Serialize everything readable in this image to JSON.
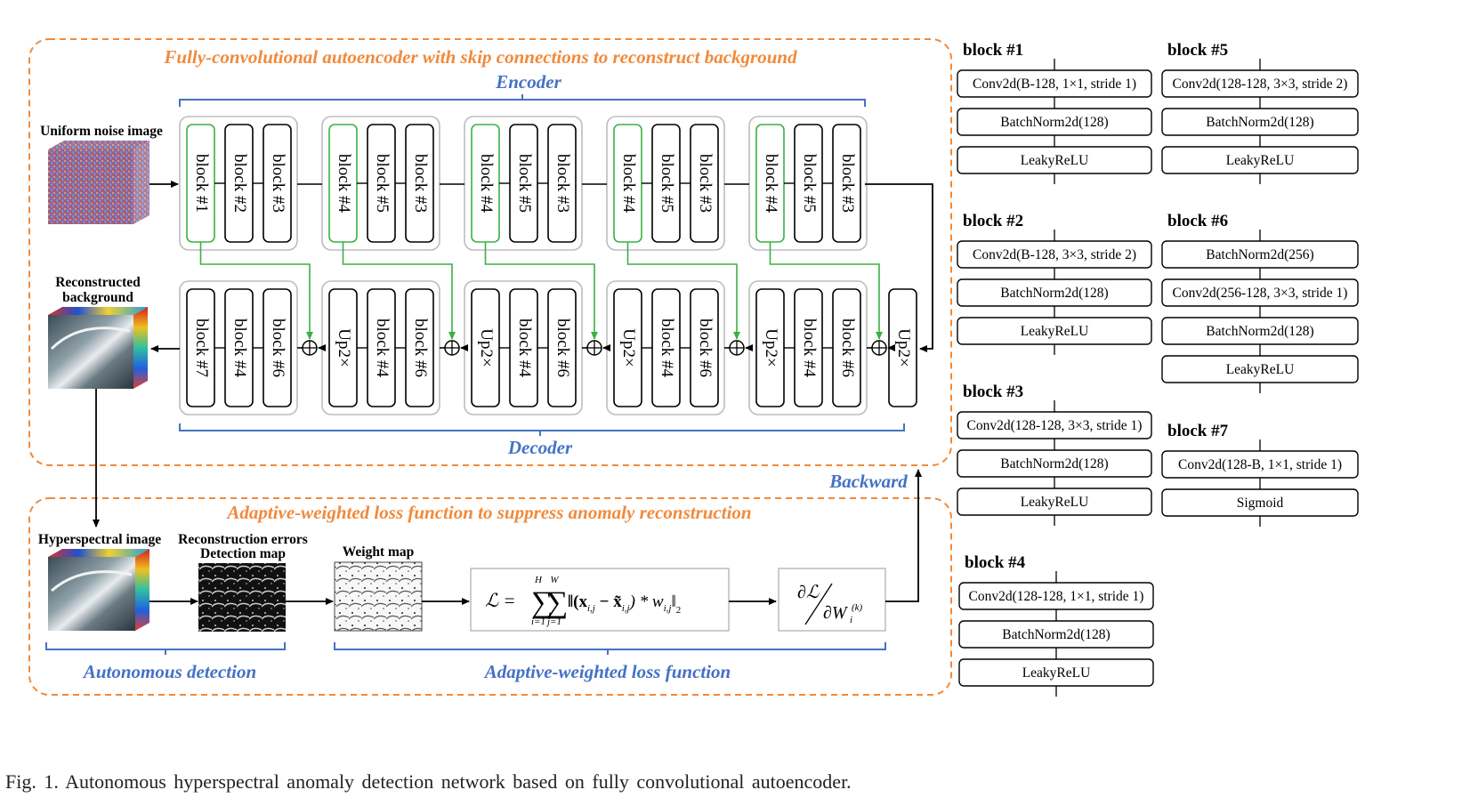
{
  "figure": {
    "caption": "Fig. 1.   Autonomous hyperspectral anomaly detection network based on fully convolutional autoencoder.",
    "colors": {
      "orange": "#f08a3c",
      "blue": "#4472c4",
      "green": "#3cb043",
      "gray_box": "#bdbdbd"
    }
  },
  "autoencoder": {
    "title": "Fully-convolutional autoencoder with skip connections to reconstruct background",
    "encoder_label": "Encoder",
    "decoder_label": "Decoder",
    "input_label": "Uniform noise image",
    "output_label_line1": "Reconstructed",
    "output_label_line2": "background",
    "encoder_groups": [
      [
        "block #1",
        "block #2",
        "block #3"
      ],
      [
        "block #4",
        "block #5",
        "block #3"
      ],
      [
        "block #4",
        "block #5",
        "block #3"
      ],
      [
        "block #4",
        "block #5",
        "block #3"
      ],
      [
        "block #4",
        "block #5",
        "block #3"
      ]
    ],
    "decoder_groups": [
      [
        "block #7",
        "block #4",
        "block #6"
      ],
      [
        "Up2×",
        "block #4",
        "block #6"
      ],
      [
        "Up2×",
        "block #4",
        "block #6"
      ],
      [
        "Up2×",
        "block #4",
        "block #6"
      ],
      [
        "Up2×",
        "block #4",
        "block #6"
      ]
    ],
    "decoder_last": "Up2×"
  },
  "backward_label": "Backward",
  "loss": {
    "title": "Adaptive-weighted loss function to suppress anomaly reconstruction",
    "hyperspectral_label": "Hyperspectral image",
    "errors_label_line1": "Reconstruction errors",
    "errors_label_line2": "Detection map",
    "weight_label": "Weight map",
    "autonomous_label": "Autonomous detection",
    "adaptive_label": "Adaptive-weighted loss function",
    "formula": {
      "lhs": "ℒ = ",
      "sum1_top": "H",
      "sum1_bottom": "i=1",
      "sum2_top": "W",
      "sum2_bottom": "j=1",
      "body": "‖(x",
      "sub1": "i,j",
      "minus": " − x̃",
      "sub2": "i,j",
      "star": ") * w",
      "sub3": "i,j",
      "norm_close": "‖",
      "norm_sub": "2"
    },
    "gradient": {
      "num": "∂ℒ",
      "den": "∂W",
      "sup": "(k)",
      "sub": "i"
    }
  },
  "blocks": [
    {
      "title": "block #1",
      "layers": [
        "Conv2d(B-128, 1×1, stride 1)",
        "BatchNorm2d(128)",
        "LeakyReLU"
      ]
    },
    {
      "title": "block #2",
      "layers": [
        "Conv2d(B-128, 3×3, stride 2)",
        "BatchNorm2d(128)",
        "LeakyReLU"
      ]
    },
    {
      "title": "block #3",
      "layers": [
        "Conv2d(128-128, 3×3, stride 1)",
        "BatchNorm2d(128)",
        "LeakyReLU"
      ]
    },
    {
      "title": "block #4",
      "layers": [
        "Conv2d(128-128, 1×1, stride 1)",
        "BatchNorm2d(128)",
        "LeakyReLU"
      ]
    },
    {
      "title": "block #5",
      "layers": [
        "Conv2d(128-128, 3×3, stride 2)",
        "BatchNorm2d(128)",
        "LeakyReLU"
      ]
    },
    {
      "title": "block #6",
      "layers": [
        "BatchNorm2d(256)",
        "Conv2d(256-128, 3×3, stride 1)",
        "BatchNorm2d(128)",
        "LeakyReLU"
      ]
    },
    {
      "title": "block #7",
      "layers": [
        "Conv2d(128-B, 1×1, stride 1)",
        "Sigmoid"
      ]
    }
  ]
}
